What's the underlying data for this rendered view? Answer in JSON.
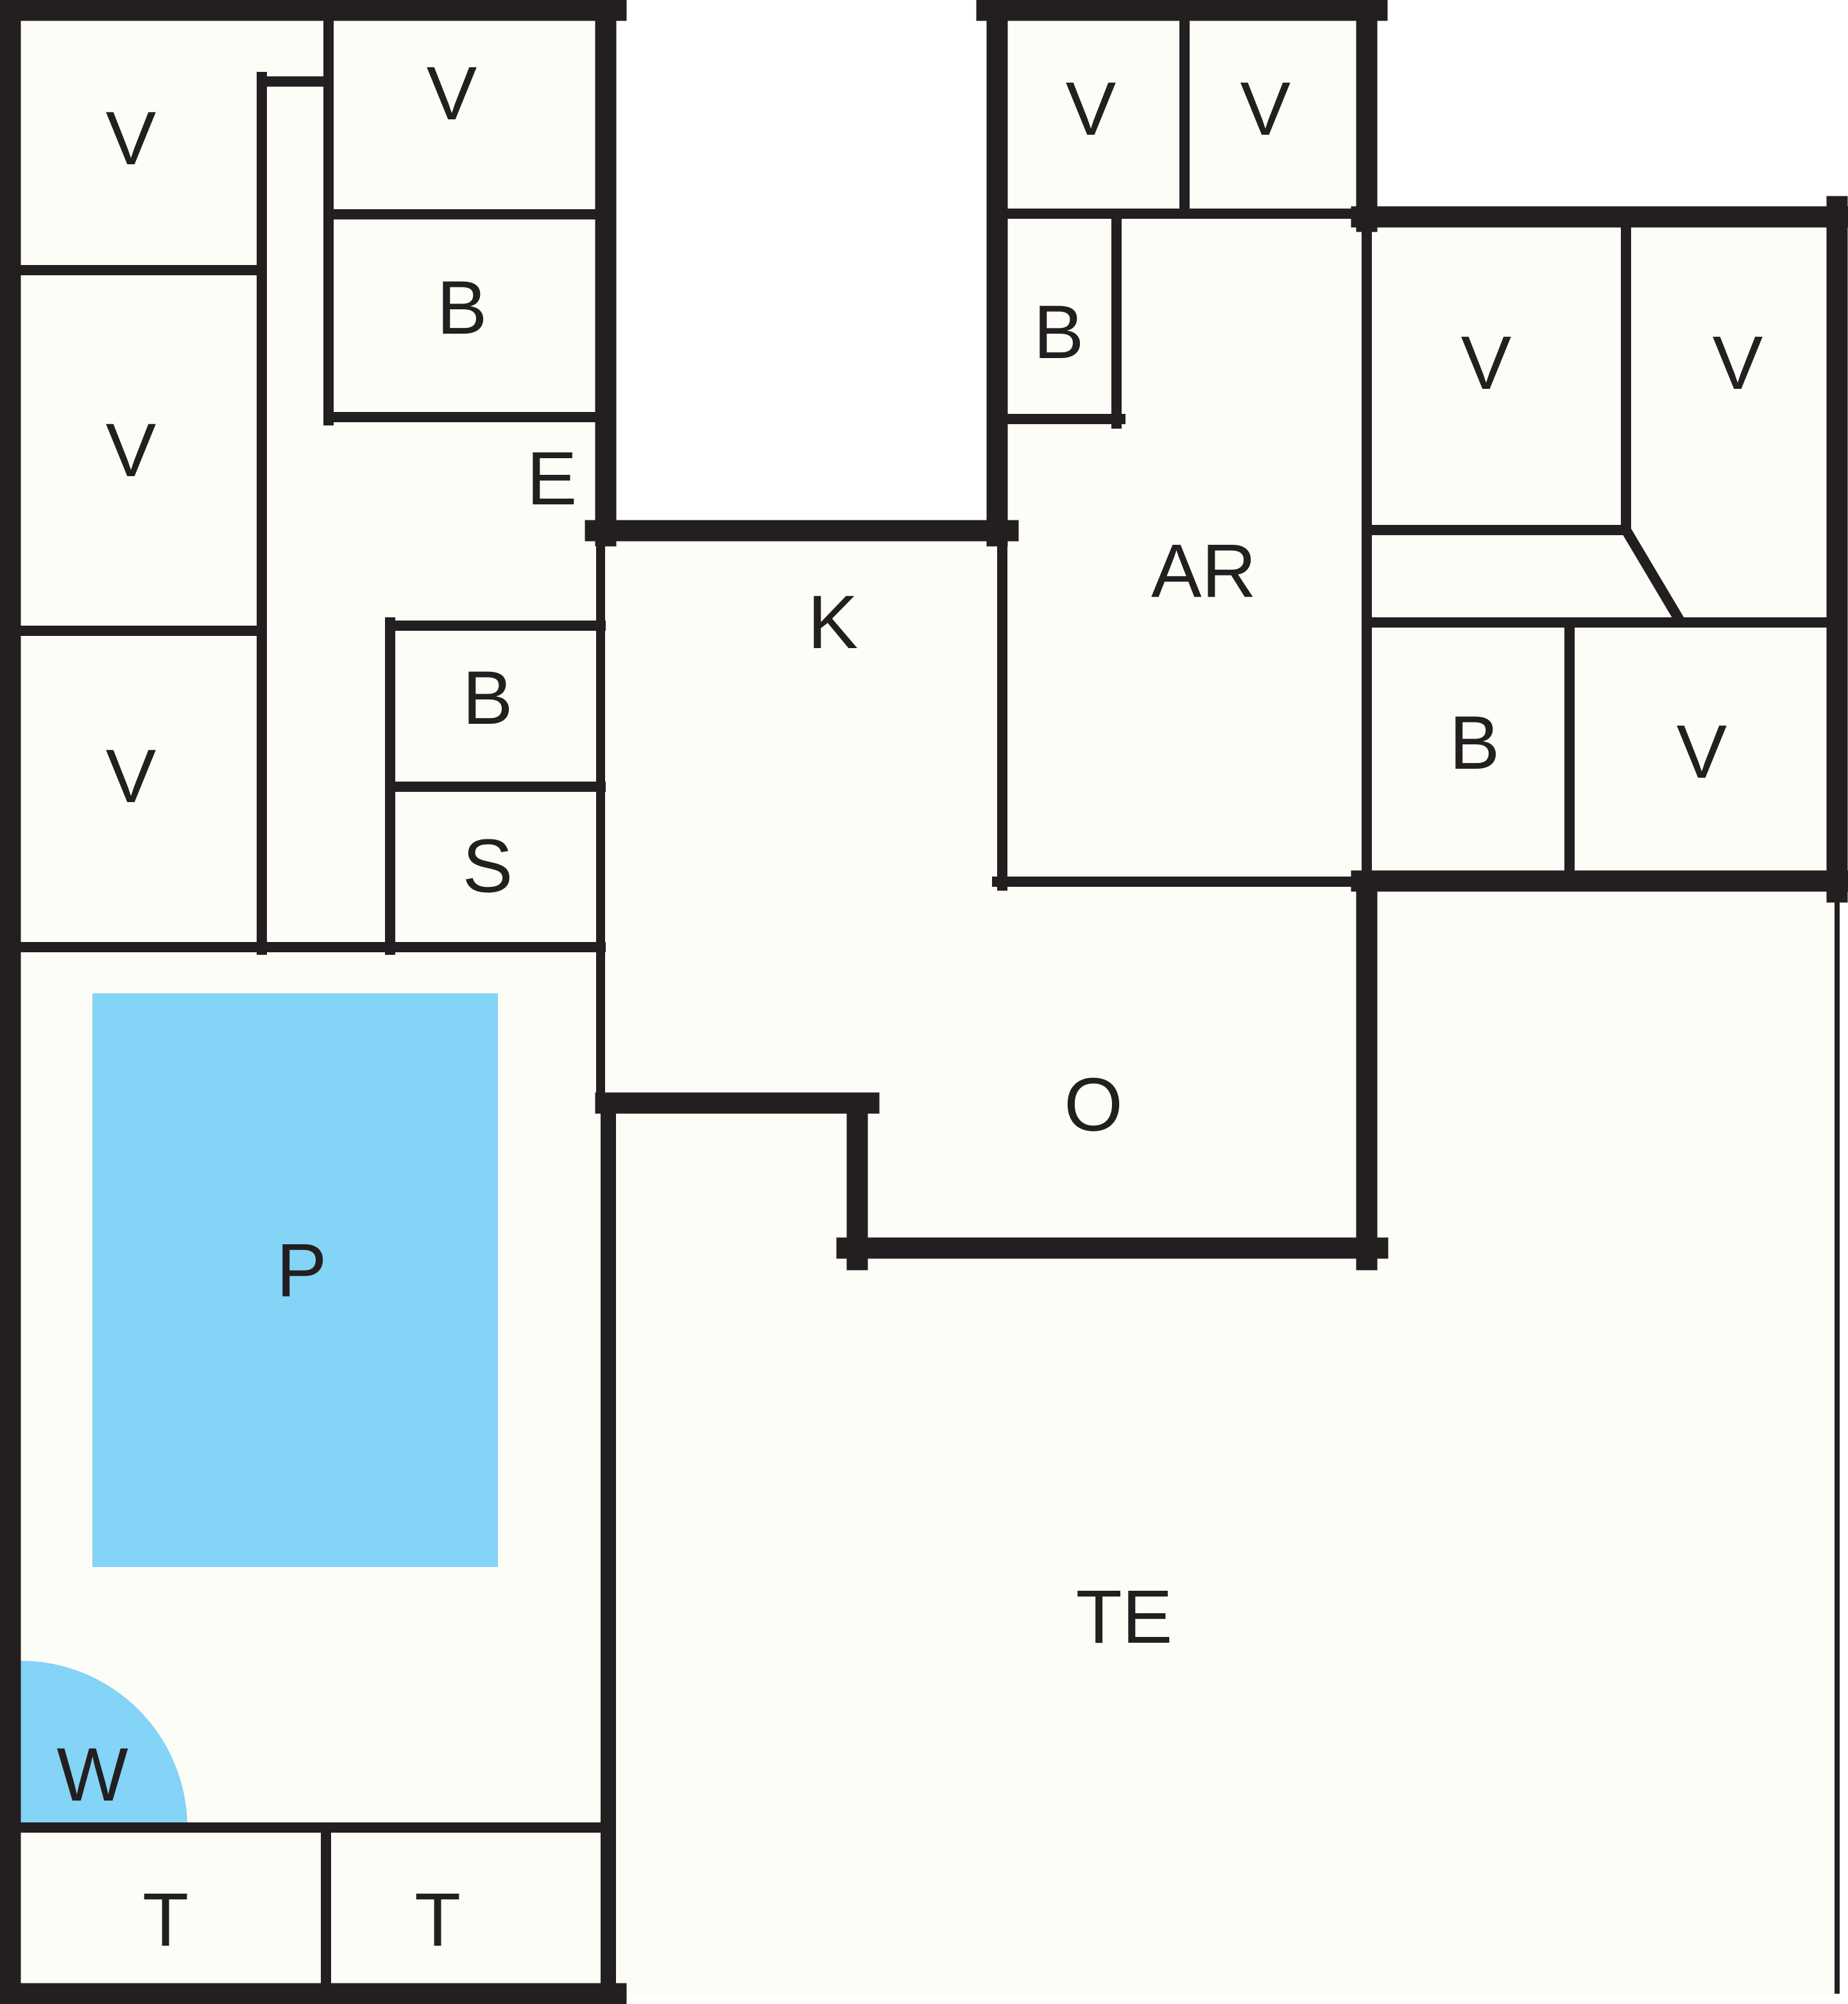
{
  "plan": {
    "colors": {
      "wall": "#231f20",
      "floor": "#fdfdf7",
      "water": "#83d4f6",
      "background": "#ffffff"
    },
    "labels": {
      "v_top_left": "V",
      "v_top_mid": "V",
      "b_top_left": "B",
      "e_left": "E",
      "v_mid_left": "V",
      "v_low_left": "V",
      "b_mid_left": "B",
      "s_left": "S",
      "p_pool": "P",
      "w_left": "W",
      "t_left": "T",
      "t_right": "T",
      "k_center": "K",
      "o_center": "O",
      "te_terrace": "TE",
      "v_top_right_a": "V",
      "v_top_right_b": "V",
      "b_right_small": "B",
      "ar_right": "AR",
      "v_right_a": "V",
      "v_right_b": "V",
      "b_right_low": "B",
      "v_right_low": "V"
    }
  }
}
